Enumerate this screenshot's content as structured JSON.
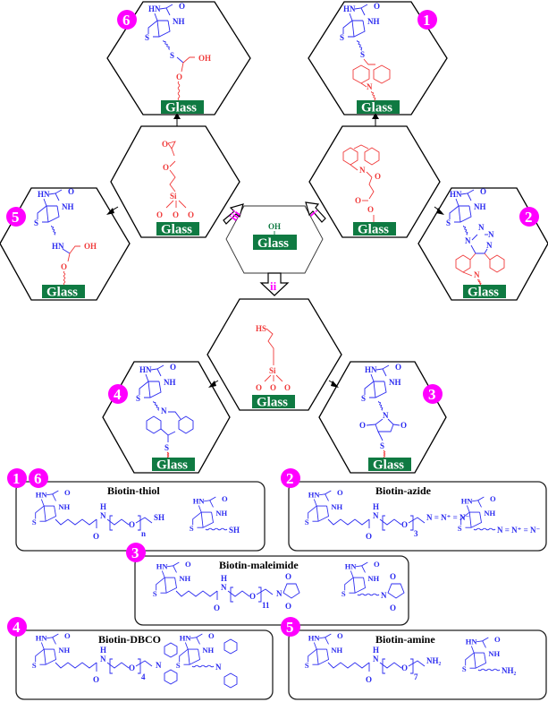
{
  "colors": {
    "glass": "#0f7a42",
    "badge": "#ff00ff",
    "biotin": "#2a2af0",
    "linker": "#f03a3a"
  },
  "glass_label": "Glass",
  "center": {
    "group": "OH"
  },
  "steps": {
    "i": "i",
    "ii": "ii",
    "iii": "iii"
  },
  "surfaces": {
    "epoxy": {
      "atoms": [
        "O",
        "O",
        "Si",
        "O",
        "O",
        "O"
      ]
    },
    "dbco": {
      "atoms": [
        "N",
        "O",
        "O",
        "O"
      ]
    },
    "thiol": {
      "atoms": [
        "HS",
        "Si",
        "O",
        "O",
        "O"
      ]
    }
  },
  "products": [
    {
      "id": "1",
      "badge": "1",
      "atoms": [
        "HN",
        "O",
        "NH",
        "S",
        "S",
        "N"
      ]
    },
    {
      "id": "2",
      "badge": "2",
      "atoms": [
        "HN",
        "O",
        "NH",
        "S",
        "N",
        "N",
        "N",
        "N"
      ]
    },
    {
      "id": "3",
      "badge": "3",
      "atoms": [
        "HN",
        "O",
        "NH",
        "S",
        "N",
        "O",
        "O",
        "S"
      ]
    },
    {
      "id": "4",
      "badge": "4",
      "atoms": [
        "HN",
        "O",
        "NH",
        "S",
        "N",
        "S"
      ]
    },
    {
      "id": "5",
      "badge": "5",
      "atoms": [
        "HN",
        "O",
        "NH",
        "S",
        "HN",
        "OH",
        "O"
      ]
    },
    {
      "id": "6",
      "badge": "6",
      "atoms": [
        "HN",
        "O",
        "NH",
        "S",
        "S",
        "OH",
        "O"
      ]
    }
  ],
  "reagents": [
    {
      "title": "Biotin-thiol",
      "badges": [
        "1",
        "6"
      ],
      "chain_label": "n",
      "end_group": "SH",
      "short_end": "SH"
    },
    {
      "title": "Biotin-azide",
      "badges": [
        "2"
      ],
      "chain_label": "3",
      "end_group": "N = N⁺ = N⁻",
      "short_end": "N = N⁺ = N⁻"
    },
    {
      "title": "Biotin-maleimide",
      "badges": [
        "3"
      ],
      "chain_label": "11",
      "end_group": "maleimide",
      "short_end": "maleimide"
    },
    {
      "title": "Biotin-DBCO",
      "badges": [
        "4"
      ],
      "chain_label": "4",
      "end_group": "DBCO",
      "short_end": "DBCO"
    },
    {
      "title": "Biotin-amine",
      "badges": [
        "5"
      ],
      "chain_label": "7",
      "end_group": "NH₂",
      "short_end": "NH₂"
    }
  ],
  "biotin_atoms": {
    "hn": "HN",
    "o": "O",
    "nh": "NH",
    "s": "S",
    "amide_n": "N",
    "amide_h": "H",
    "amide_o": "O",
    "ether_o": "O"
  }
}
